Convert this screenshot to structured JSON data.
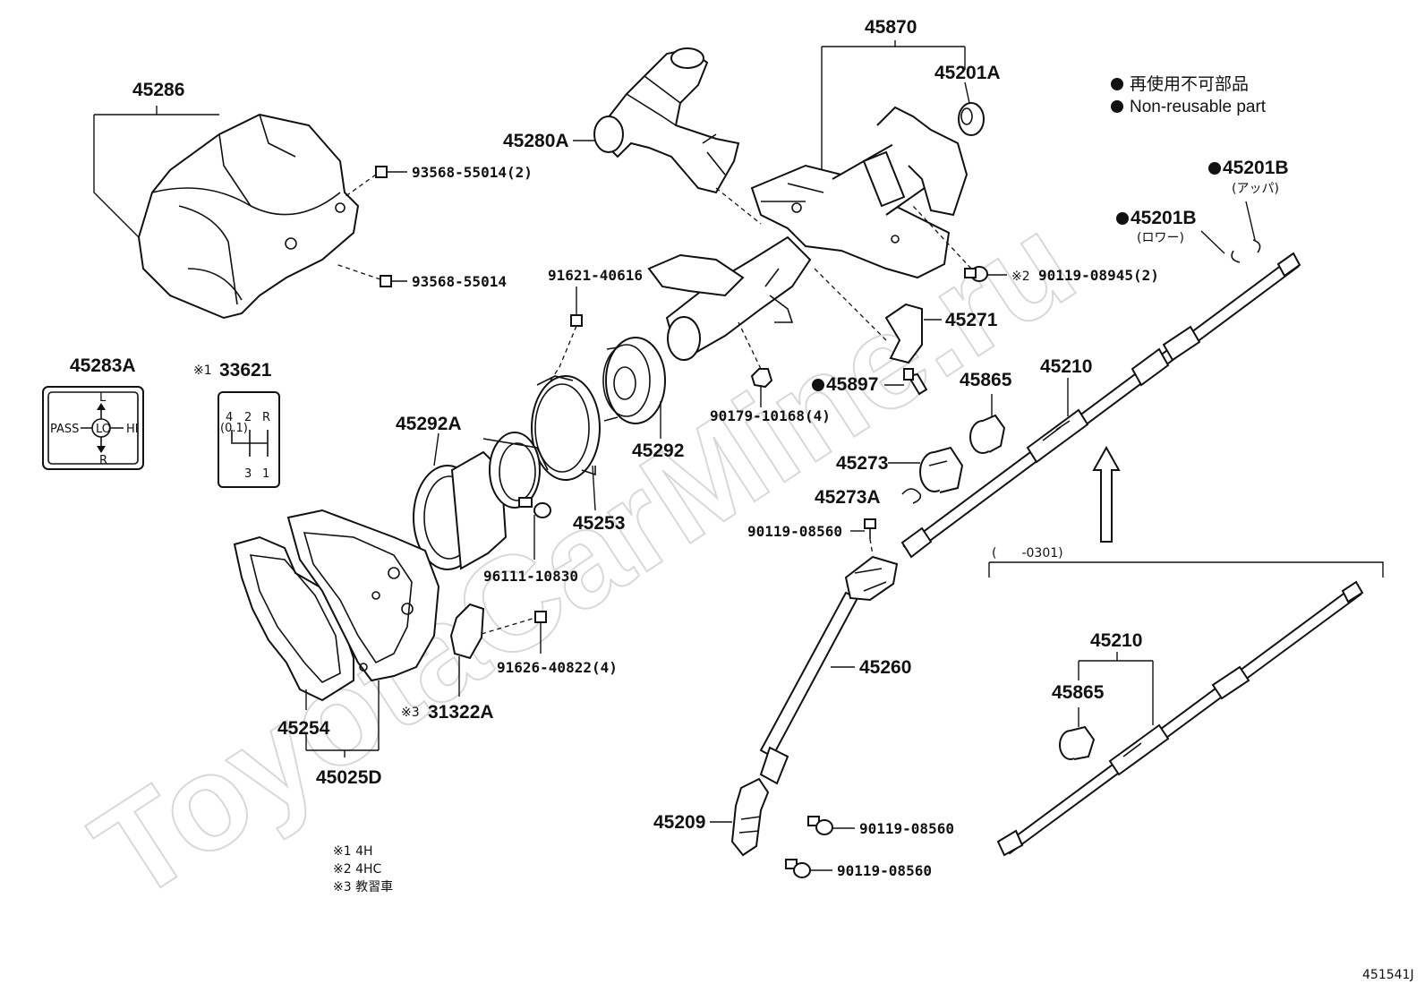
{
  "legend": {
    "line1": "再使用不可部品",
    "line2": "Non-reusable part"
  },
  "watermark": "ToyotaCarMine.ru",
  "diagram_code": "451541J",
  "parts": {
    "p45286": "45286",
    "p93568a": "93568-55014(2)",
    "p93568b": "93568-55014",
    "p45280A": "45280A",
    "p45870": "45870",
    "p45201A": "45201A",
    "p45201B_upper": "45201B",
    "p45201B_upper_sub": "(アッパ)",
    "p45201B_lower": "45201B",
    "p45201B_lower_sub": "(ロワー)",
    "p90119_08945": "90119-08945(2)",
    "p90119_08945_mark": "※2",
    "p91621": "91621-40616",
    "p45271": "45271",
    "p45283A": "45283A",
    "p33621": "33621",
    "p33621_mark": "※1",
    "p45897": "45897",
    "p45865a": "45865",
    "p45210a": "45210",
    "p90179": "90179-10168(4)",
    "p45292": "45292",
    "p45292A": "45292A",
    "p45273": "45273",
    "p45273A": "45273A",
    "p45253": "45253",
    "p90119_08560a": "90119-08560",
    "p96111": "96111-10830",
    "p0301": "(　　-0301)",
    "p45260": "45260",
    "p91626": "91626-40822(4)",
    "p45210b": "45210",
    "p45865b": "45865",
    "p31322A": "31322A",
    "p31322A_mark": "※3",
    "p45254": "45254",
    "p45025D": "45025D",
    "p45209": "45209",
    "p90119_08560b": "90119-08560",
    "p90119_08560c": "90119-08560"
  },
  "plate_45283A": {
    "pass": "PASS",
    "lo": "LO",
    "hi": "HI",
    "l": "L",
    "r": "R"
  },
  "plate_33621": {
    "g4": "4",
    "g2": "2",
    "gR": "R",
    "g01": "(0.1)",
    "g3": "3",
    "g1": "1"
  },
  "notes": [
    "※1 4H",
    "※2 4HC",
    "※3 教習車"
  ]
}
